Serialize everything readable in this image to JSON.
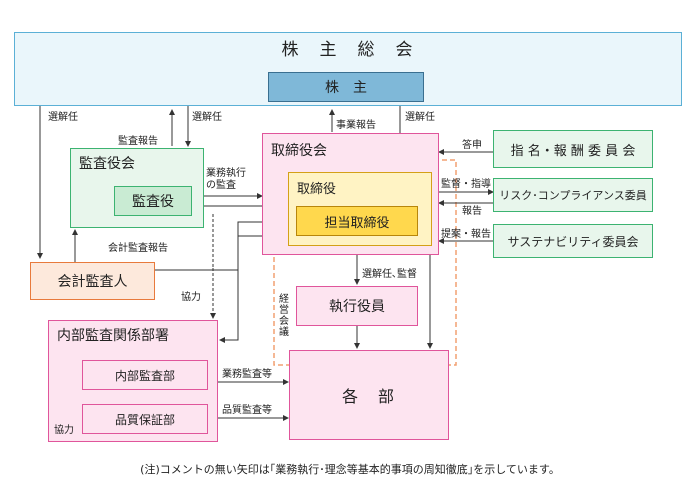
{
  "shareholders_meeting": "株　主　総　会",
  "shareholders": "株　主",
  "audit_board": {
    "title": "監査役会",
    "member": "監査役"
  },
  "board": {
    "title": "取締役会",
    "director": "取締役",
    "director_in_charge": "担当取締役"
  },
  "accounting_auditor": "会計監査人",
  "executive_officers": "執行役員",
  "departments": "各　部",
  "internal_audit": {
    "title": "内部監査関係部署",
    "audit_dept": "内部監査部",
    "qa_dept": "品質保証部"
  },
  "committees": [
    "指 名・報 酬 委 員 会",
    "リスク･コンプライアンス委員",
    "サステナビリティ委員会"
  ],
  "labels": {
    "appoint_left": "選解任",
    "appoint_mid": "選解任",
    "audit_report": "監査報告",
    "business_report": "事業報告",
    "appoint_right": "選解任",
    "business_exec_audit": "業務執行\nの監査",
    "accounting_audit_report": "会計監査報告",
    "cooperation_top": "協力",
    "cooperation_bottom": "協力",
    "appoint_supervise": "選解任､監督",
    "management_meeting": "経\n営\n会\n議",
    "business_audit": "業務監査等",
    "quality_audit": "品質監査等",
    "response": "答申",
    "supervise_guide": "監督・指導",
    "report": "報告",
    "proposal_report": "提案・報告"
  },
  "footnote": "(注)コメントの無い矢印は｢業務執行･理念等基本的事項の周知徹底｣を示しています。",
  "colors": {
    "meeting_fill": "#eaf6fb",
    "meeting_border": "#5bb0d6",
    "shareholder_fill": "#7fb8d8",
    "green_fill": "#e8f6ec",
    "green_border": "#3cb371",
    "pink_fill": "#fde4f0",
    "pink_border": "#e0559b",
    "orange_fill": "#fde9dc",
    "orange_border": "#e87a3c",
    "yellow_fill": "#fff3c4",
    "gold_fill": "#ffd84d",
    "gold_border": "#d4a017",
    "dashed_orange": "#f2a072"
  }
}
